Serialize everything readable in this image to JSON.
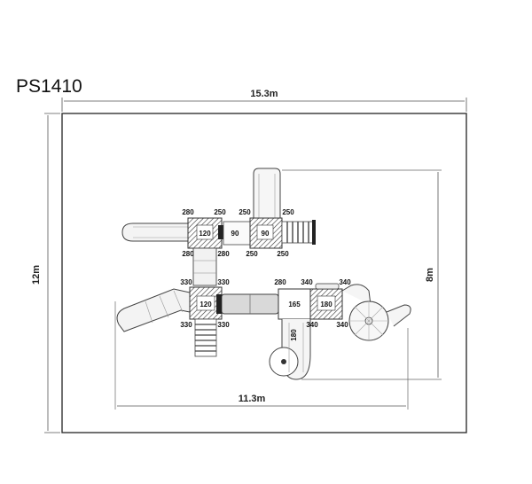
{
  "title": "PS1410",
  "dimensions": {
    "outer_width": "15.3m",
    "outer_height": "12m",
    "inner_width": "11.3m",
    "inner_height": "8m"
  },
  "upper_row": {
    "deck_left": "120",
    "bridge": "90",
    "deck_right": "90",
    "labels": {
      "tl_top": "280",
      "tl_top_right": "250",
      "tr_top_left": "250",
      "tr_top_right": "250",
      "tl_bottom": "280",
      "tl_bottom_right": "280",
      "tr_bottom_left": "250",
      "tr_bottom_right": "250"
    }
  },
  "lower_row": {
    "deck_left": "120",
    "deck_mid": "165",
    "deck_right": "180",
    "slide": "180",
    "labels": {
      "l_tl": "330",
      "l_tr": "330",
      "l_bl": "330",
      "l_br": "330",
      "m_tl": "280",
      "m_tr": "340",
      "m_br": "340",
      "r_tr": "340",
      "r_br": "340"
    }
  }
}
